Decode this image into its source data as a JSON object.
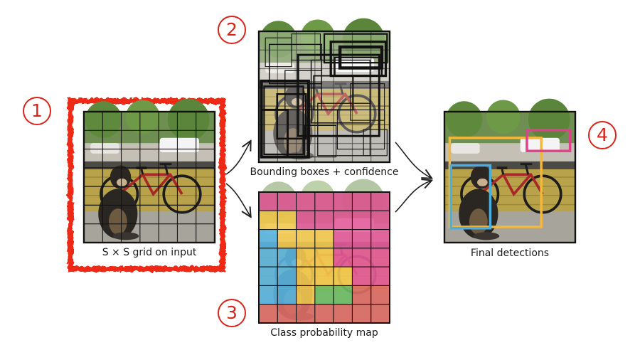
{
  "steps": [
    {
      "number": "1",
      "caption": "S × S grid on input"
    },
    {
      "number": "2",
      "caption": "Bounding boxes + confidence"
    },
    {
      "number": "3",
      "caption": "Class probability map"
    },
    {
      "number": "4",
      "caption": "Final detections"
    }
  ],
  "colors": {
    "badge": "#d8241a",
    "highlight_border": "#ee2a12",
    "class_dog": "#41a9dc",
    "class_bicycle": "#f3c136",
    "class_car": "#e0418b",
    "class_dining_table": "#59b34f",
    "class_background": "#d9574f"
  },
  "class_map": [
    [
      "car",
      "car",
      "car",
      "car",
      "car",
      "car",
      "car"
    ],
    [
      "bicycle",
      "bicycle",
      "car",
      "car",
      "car",
      "car",
      "car"
    ],
    [
      "dog",
      "bicycle",
      "bicycle",
      "bicycle",
      "car",
      "car",
      "car"
    ],
    [
      "dog",
      "dog",
      "bicycle",
      "bicycle",
      "car",
      "car",
      "car"
    ],
    [
      "dog",
      "dog",
      "bicycle",
      "bicycle",
      "bicycle",
      "car",
      "car"
    ],
    [
      "dog",
      "dog",
      "bicycle",
      "dining_table",
      "dining_table",
      "background",
      "background"
    ],
    [
      "background",
      "background",
      "background",
      "background",
      "background",
      "background",
      "background"
    ]
  ]
}
